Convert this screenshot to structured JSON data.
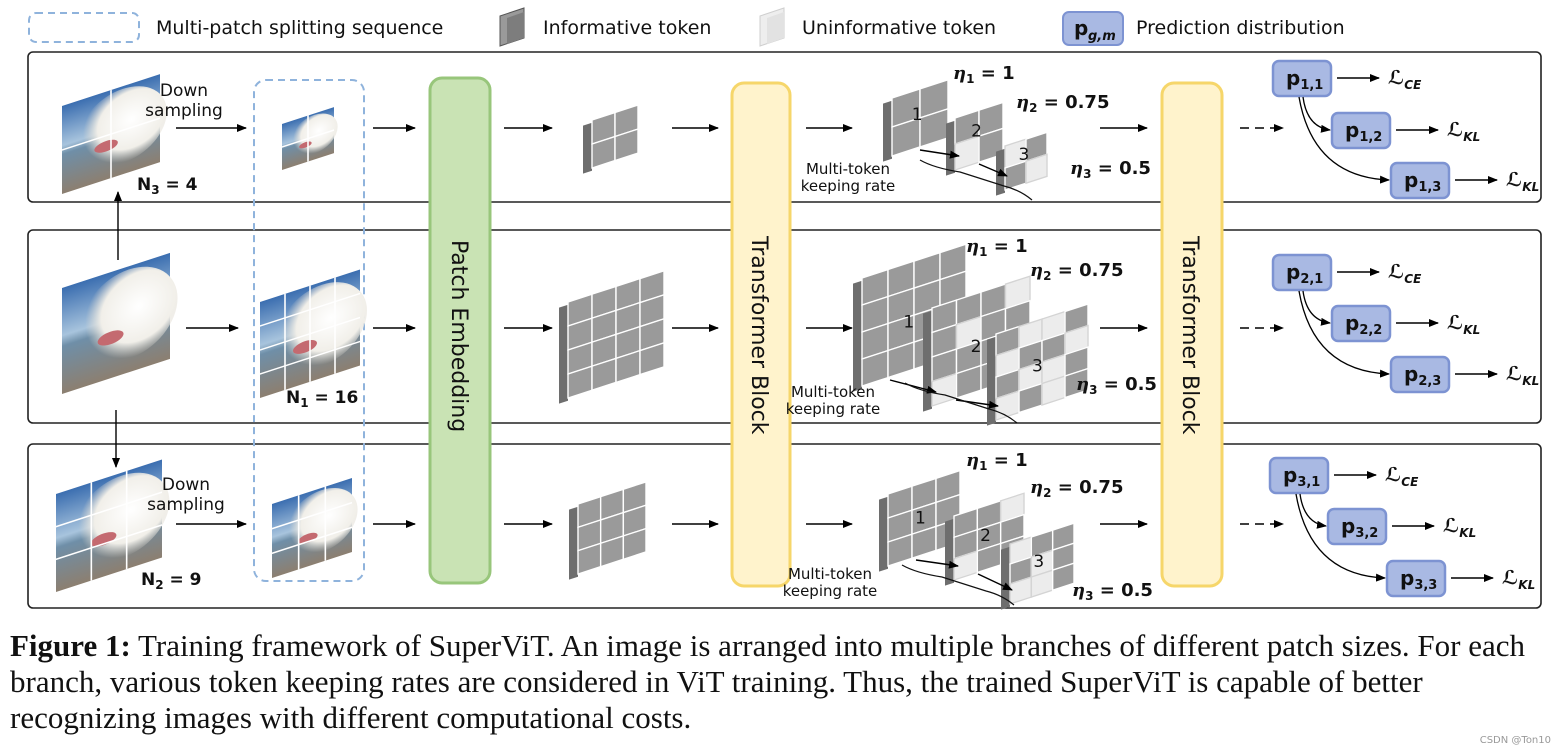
{
  "legend": {
    "sequence": "Multi-patch splitting sequence",
    "informative": "Informative token",
    "uninformative": "Uninformative token",
    "prediction": "Prediction distribution"
  },
  "modules": {
    "patch_embedding": "Patch Embedding",
    "transformer_block_1": "Transformer Block",
    "transformer_block_2": "Transformer Block"
  },
  "branches": [
    {
      "name": "branch-1",
      "downsample_label": [
        "Down",
        "sampling"
      ],
      "n_label": {
        "base": "N",
        "sub": "3",
        "value": " = 4"
      },
      "eta": [
        "1",
        "0.75",
        "0.5"
      ],
      "keeping_label": [
        "Multi-token",
        "keeping rate"
      ],
      "stack_numbers": [
        "1",
        "2",
        "3"
      ],
      "preds": [
        {
          "sub": "1,1",
          "loss": "CE"
        },
        {
          "sub": "1,2",
          "loss": "KL"
        },
        {
          "sub": "1,3",
          "loss": "KL"
        }
      ]
    },
    {
      "name": "branch-2",
      "downsample_label": [],
      "n_label": {
        "base": "N",
        "sub": "1",
        "value": " = 16"
      },
      "eta": [
        "1",
        "0.75",
        "0.5"
      ],
      "keeping_label": [
        "Multi-token",
        "keeping rate"
      ],
      "stack_numbers": [
        "1",
        "2",
        "3"
      ],
      "preds": [
        {
          "sub": "2,1",
          "loss": "CE"
        },
        {
          "sub": "2,2",
          "loss": "KL"
        },
        {
          "sub": "2,3",
          "loss": "KL"
        }
      ]
    },
    {
      "name": "branch-3",
      "downsample_label": [
        "Down",
        "sampling"
      ],
      "n_label": {
        "base": "N",
        "sub": "2",
        "value": " = 9"
      },
      "eta": [
        "1",
        "0.75",
        "0.5"
      ],
      "keeping_label": [
        "Multi-token",
        "keeping rate"
      ],
      "stack_numbers": [
        "1",
        "2",
        "3"
      ],
      "preds": [
        {
          "sub": "3,1",
          "loss": "CE"
        },
        {
          "sub": "3,2",
          "loss": "KL"
        },
        {
          "sub": "3,3",
          "loss": "KL"
        }
      ]
    }
  ],
  "caption": {
    "label": "Figure 1:",
    "text": " Training framework of SuperViT. An image is arranged into multiple branches of different patch sizes. For each branch, various token keeping rates are considered in ViT training. Thus, the trained SuperViT is capable of better recognizing images with different computational costs."
  },
  "credit": "CSDN @Ton10",
  "colors": {
    "patch_embedding_fill": "#c9e3b4",
    "patch_embedding_stroke": "#98c67b",
    "transformer_fill": "#fff3cc",
    "transformer_stroke": "#f6d66a",
    "pred_fill": "#a9b9e3",
    "pred_stroke": "#7d93d2",
    "token_face": "#9a9a9a",
    "token_side": "#6e6e6e",
    "token_light": "#e6e6e6",
    "sequence_stroke": "#8fb3dc"
  },
  "icons": [
    "dog-photo",
    "token-cube-icon",
    "arrow-icon"
  ]
}
